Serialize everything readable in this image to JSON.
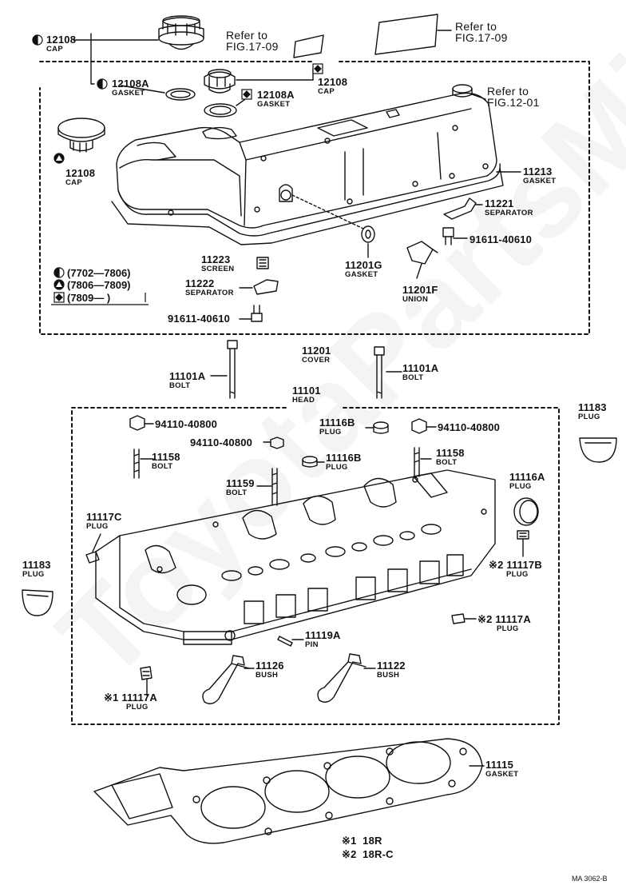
{
  "watermark": "ToyotaPartsMir.ru",
  "figure_code": "MA 3062-B",
  "refs": {
    "r1": "Refer to",
    "r1b": "FIG.17-09",
    "r2": "Refer to",
    "r2b": "FIG.17-09",
    "r3": "Refer to",
    "r3b": "FIG.12-01"
  },
  "parts": {
    "cap_a": {
      "pn": "12108",
      "name": "CAP"
    },
    "gasket_a": {
      "pn": "12108A",
      "name": "GASKET"
    },
    "cap_b": {
      "pn": "12108",
      "name": "CAP"
    },
    "gasket_b": {
      "pn": "12108A",
      "name": "GASKET"
    },
    "cap_c": {
      "pn": "12108",
      "name": "CAP"
    },
    "cover_gasket": {
      "pn": "11213",
      "name": "GASKET"
    },
    "separator_r": {
      "pn": "11221",
      "name": "SEPARATOR"
    },
    "bolt_r": {
      "pn": "91611-40610"
    },
    "screen": {
      "pn": "11223",
      "name": "SCREEN"
    },
    "separator_l": {
      "pn": "11222",
      "name": "SEPARATOR"
    },
    "gasket_g": {
      "pn": "11201G",
      "name": "GASKET"
    },
    "union": {
      "pn": "11201F",
      "name": "UNION"
    },
    "bolt_l": {
      "pn": "91611-40610"
    },
    "cover": {
      "pn": "11201",
      "name": "COVER"
    },
    "bolt_a_l": {
      "pn": "11101A",
      "name": "BOLT"
    },
    "bolt_a_r": {
      "pn": "11101A",
      "name": "BOLT"
    },
    "head": {
      "pn": "11101",
      "name": "HEAD"
    },
    "plug_183_r": {
      "pn": "11183",
      "name": "PLUG"
    },
    "nut1": {
      "pn": "94110-40800"
    },
    "plug_116b_1": {
      "pn": "11116B",
      "name": "PLUG"
    },
    "nut2": {
      "pn": "94110-40800"
    },
    "nut3": {
      "pn": "94110-40800"
    },
    "bolt_158_l": {
      "pn": "11158",
      "name": "BOLT"
    },
    "plug_116b_2": {
      "pn": "11116B",
      "name": "PLUG"
    },
    "bolt_158_r": {
      "pn": "11158",
      "name": "BOLT"
    },
    "plug_116a": {
      "pn": "11116A",
      "name": "PLUG"
    },
    "bolt_159": {
      "pn": "11159",
      "name": "BOLT"
    },
    "plug_117c": {
      "pn": "11117C",
      "name": "PLUG"
    },
    "plug_117b": {
      "mark": "※2",
      "pn": "11117B",
      "name": "PLUG"
    },
    "plug_183_l": {
      "pn": "11183",
      "name": "PLUG"
    },
    "plug_117a_r": {
      "mark": "※2",
      "pn": "11117A",
      "name": "PLUG"
    },
    "pin": {
      "pn": "11119A",
      "name": "PIN"
    },
    "bush1": {
      "pn": "11126",
      "name": "BUSH"
    },
    "bush2": {
      "pn": "11122",
      "name": "BUSH"
    },
    "plug_117a_l": {
      "mark": "※1",
      "pn": "11117A",
      "name": "PLUG"
    },
    "head_gasket": {
      "pn": "11115",
      "name": "GASKET"
    }
  },
  "legend_dates": [
    {
      "symbol": "half-circle",
      "text": "(7702—7806)"
    },
    {
      "symbol": "triangle",
      "text": "(7806—7809)"
    },
    {
      "symbol": "diamond",
      "text": "(7809—        )"
    }
  ],
  "footnotes": [
    {
      "mark": "※1",
      "text": "18R"
    },
    {
      "mark": "※2",
      "text": "18R-C"
    }
  ]
}
